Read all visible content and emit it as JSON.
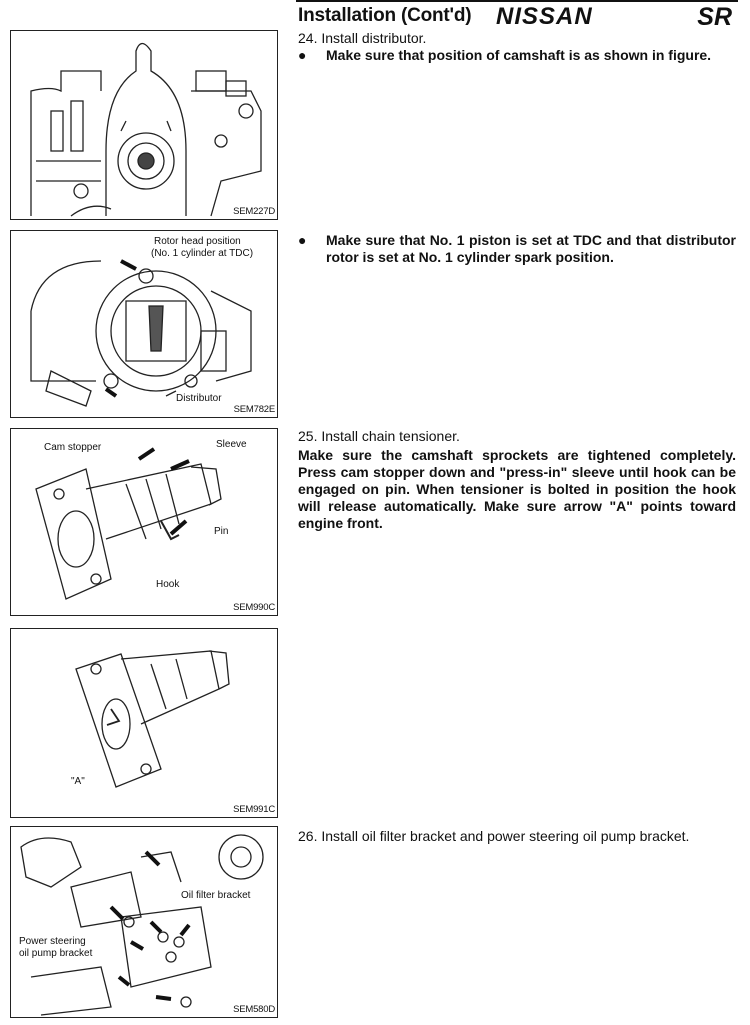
{
  "header": {
    "title": "Installation (Cont'd)",
    "brand": "NISSAN",
    "section": "SR"
  },
  "figures": [
    {
      "code": "SEM227D",
      "labels": []
    },
    {
      "code": "SEM782E",
      "labels": [
        "Rotor head position",
        "(No. 1 cylinder at TDC)",
        "Distributor"
      ]
    },
    {
      "code": "SEM990C",
      "labels": [
        "Cam stopper",
        "Sleeve",
        "Pin",
        "Hook"
      ]
    },
    {
      "code": "SEM991C",
      "labels": [
        "\"A\""
      ]
    },
    {
      "code": "SEM580D",
      "labels": [
        "Oil filter bracket",
        "Power steering",
        "oil pump bracket"
      ]
    }
  ],
  "steps": {
    "s24": "24. Install distributor.",
    "s24_b1": "Make sure that position of camshaft is as shown in figure.",
    "s24_b2": "Make sure that No. 1 piston is set at TDC and that distributor rotor is set at No. 1 cylinder spark position.",
    "s25": "25. Install chain tensioner.",
    "s25_text": "Make sure the camshaft sprockets are tightened completely. Press cam stopper down and \"press-in\" sleeve until hook can be engaged on pin. When tensioner is bolted in position the hook will release automatically. Make sure arrow \"A\" points toward engine front.",
    "s26": "26. Install oil filter bracket and power steering oil pump bracket."
  },
  "bullet_symbol": "●"
}
